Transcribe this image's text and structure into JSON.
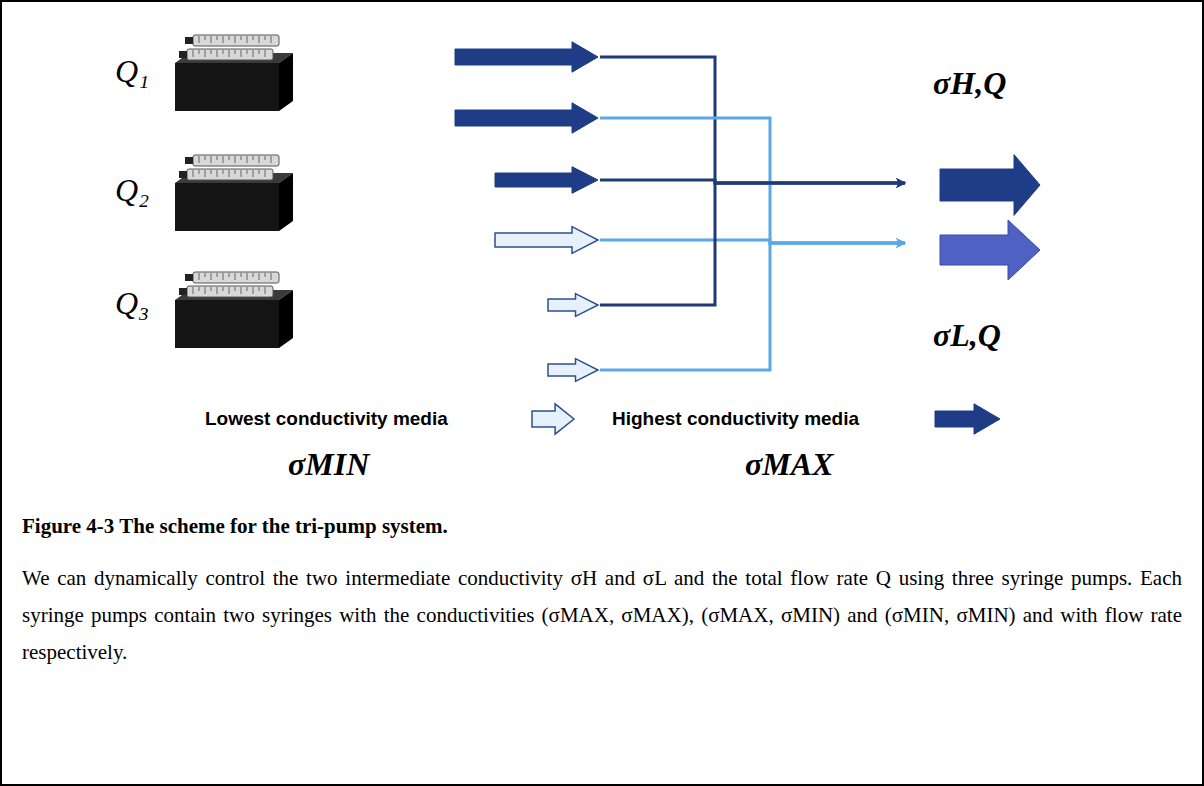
{
  "diagram": {
    "caption": "Figure 4-3 The scheme for the tri-pump system.",
    "nodes": [
      {
        "text": [
          "Q₁"
        ]
      },
      {
        "text": [
          "Q₂"
        ]
      },
      {
        "text": [
          "Q₃"
        ]
      },
      {
        "text": [
          "σH,Q"
        ]
      },
      {
        "text": [
          "σL,Q"
        ]
      }
    ],
    "edges": [
      {
        "from": 0,
        "to": 3,
        "arrow": "to"
      },
      {
        "from": 0,
        "to": 4,
        "arrow": "to"
      },
      {
        "from": 1,
        "to": 3,
        "arrow": "to"
      },
      {
        "from": 1,
        "to": 4,
        "arrow": "to"
      },
      {
        "from": 2,
        "to": 3,
        "arrow": "to"
      },
      {
        "from": 2,
        "to": 4,
        "arrow": "to"
      }
    ],
    "labels": [
      "σMIN",
      "σMAX",
      "We can dynamically control the two intermediate conductivity σH and σL and the total flow rate Q using three syringe pumps. Each syringe pumps contain two syringes with the conductivities (σMAX, σMAX), (σMAX, σMIN) and (σMIN, σMIN) and with flow rate respectively."
    ],
    "legend": [
      {
        "text": "Lowest conductivity media"
      },
      {
        "text": "Highest conductivity media"
      }
    ]
  }
}
